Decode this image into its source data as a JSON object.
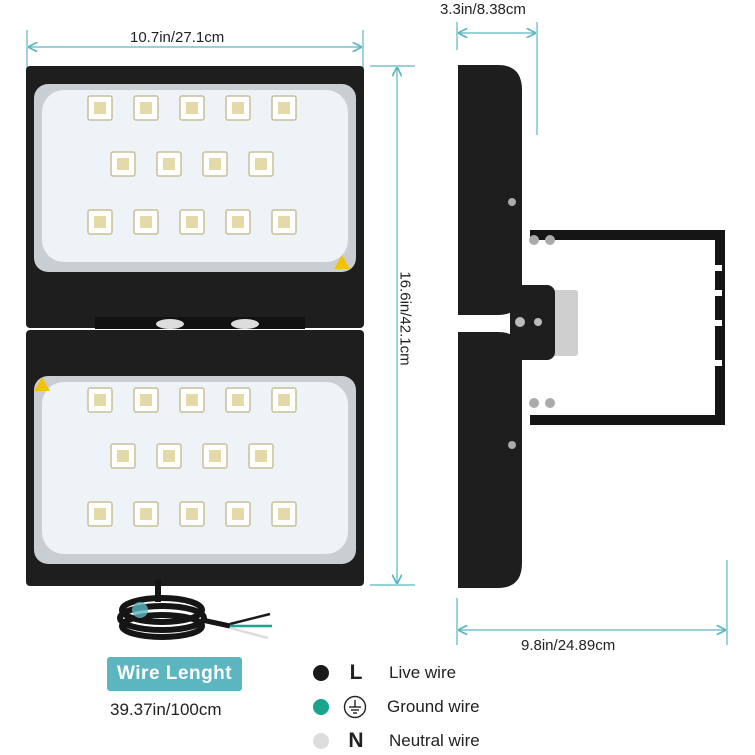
{
  "dimensions": {
    "width": "10.7in/27.1cm",
    "depth": "3.3in/8.38cm",
    "height": "16.6in/42.1cm",
    "bracket": "9.8in/24.89cm"
  },
  "wire": {
    "badge": "Wire Lenght",
    "length": "39.37in/100cm"
  },
  "legend": [
    {
      "letter": "L",
      "label": "Live wire",
      "color": "#1a1a1a"
    },
    {
      "letter": "",
      "label": "Ground wire",
      "color": "#1aa38f",
      "icon": "ground-icon"
    },
    {
      "letter": "N",
      "label": "Neutral wire",
      "color": "#dddddd"
    }
  ],
  "colors": {
    "accent": "#5bb6c0",
    "housing": "#1e1e1e",
    "led": "#eef3f7"
  }
}
